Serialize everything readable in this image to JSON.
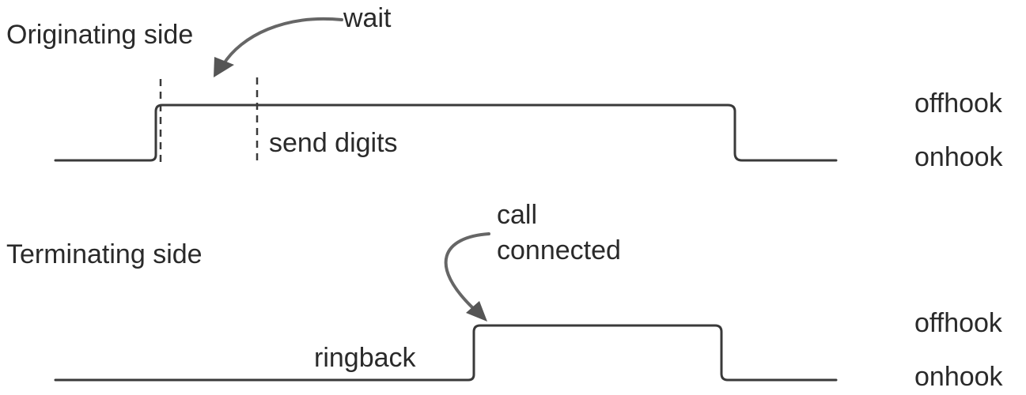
{
  "originating": {
    "title": "Originating side",
    "wait_label": "wait",
    "send_digits_label": "send digits",
    "offhook_label": "offhook",
    "onhook_label": "onhook"
  },
  "terminating": {
    "title": "Terminating side",
    "call_connected_line1": "call",
    "call_connected_line2": "connected",
    "ringback_label": "ringback",
    "offhook_label": "offhook",
    "onhook_label": "onhook"
  },
  "colors": {
    "line": "#3a3a3a",
    "arrow": "#666666",
    "text": "#2a2a2a"
  }
}
